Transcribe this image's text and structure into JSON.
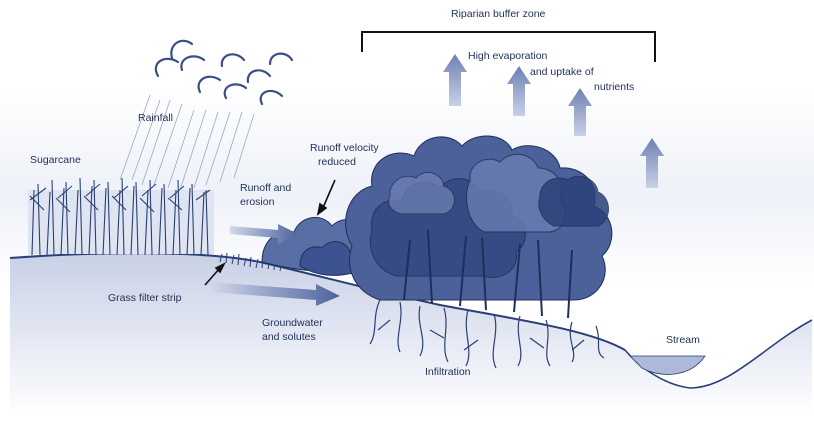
{
  "labels": {
    "buffer_zone": "Riparian buffer zone",
    "evaporation_line1": "High evaporation",
    "evaporation_line2": "and uptake of",
    "evaporation_line3": "nutrients",
    "rainfall": "Rainfall",
    "sugarcane": "Sugarcane",
    "runoff_velocity_line1": "Runoff velocity",
    "runoff_velocity_line2": "reduced",
    "runoff_erosion_line1": "Runoff and",
    "runoff_erosion_line2": "erosion",
    "grass_filter": "Grass filter strip",
    "groundwater_line1": "Groundwater",
    "groundwater_line2": "and solutes",
    "infiltration": "Infiltration",
    "stream": "Stream"
  },
  "colors": {
    "ink": "#1f2f5a",
    "foliage_dark": "#2a3f78",
    "foliage_mid": "#4a5f98",
    "foliage_light": "#8d9cc4",
    "arrow_fill": "#8a9ac4",
    "sky_wash": "#e7ebf5"
  },
  "icons": {
    "cloud": "cloud-icon",
    "rain": "rain-icon",
    "evaporation_arrow": "up-arrow-icon",
    "flow_arrow": "right-arrow-icon"
  }
}
